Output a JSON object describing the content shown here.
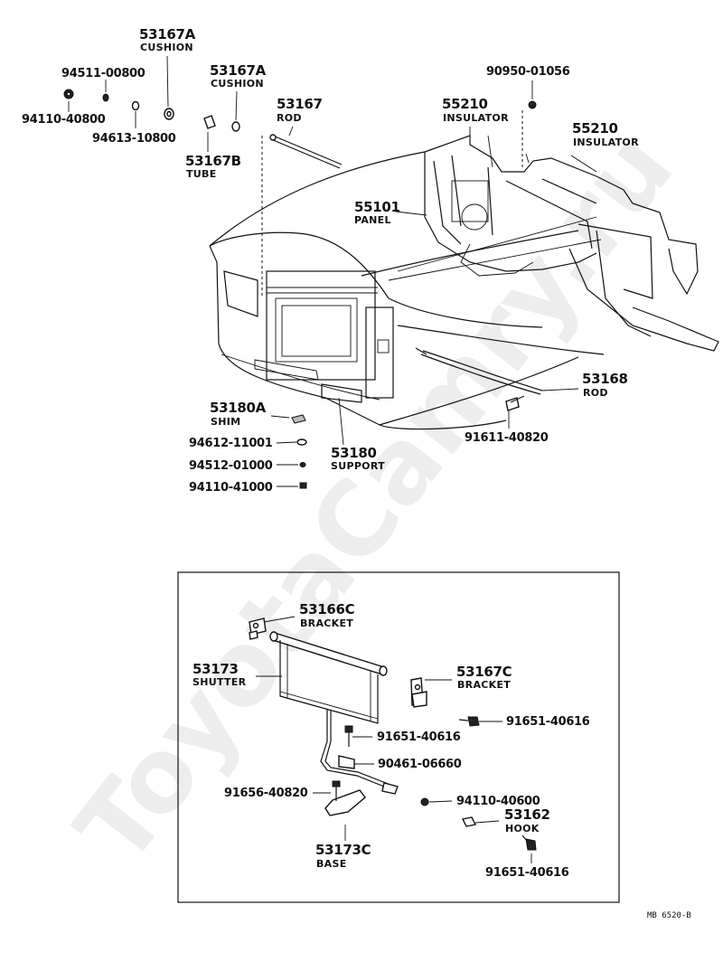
{
  "watermark": "ToyotaCamry.ru",
  "drawing_code": "MB  6520-B",
  "labels": {
    "p53167a_1": {
      "number": "53167A",
      "name": "CUSHION"
    },
    "p94511": {
      "number": "94511-00800"
    },
    "p94110_40800": {
      "number": "94110-40800"
    },
    "p94613": {
      "number": "94613-10800"
    },
    "p53167a_2": {
      "number": "53167A",
      "name": "CUSHION"
    },
    "p53167b": {
      "number": "53167B",
      "name": "TUBE"
    },
    "p53167": {
      "number": "53167",
      "name": "ROD"
    },
    "p90950": {
      "number": "90950-01056"
    },
    "p55210_1": {
      "number": "55210",
      "name": "INSULATOR"
    },
    "p55210_2": {
      "number": "55210",
      "name": "INSULATOR"
    },
    "p55101": {
      "number": "55101",
      "name": "PANEL"
    },
    "p53168": {
      "number": "53168",
      "name": "ROD"
    },
    "p91611": {
      "number": "91611-40820"
    },
    "p53180a": {
      "number": "53180A",
      "name": "SHIM"
    },
    "p94612": {
      "number": "94612-11001"
    },
    "p94512": {
      "number": "94512-01000"
    },
    "p94110_41000": {
      "number": "94110-41000"
    },
    "p53180": {
      "number": "53180",
      "name": "SUPPORT"
    },
    "p53166c": {
      "number": "53166C",
      "name": "BRACKET"
    },
    "p53173": {
      "number": "53173",
      "name": "SHUTTER"
    },
    "p53167c": {
      "number": "53167C",
      "name": "BRACKET"
    },
    "p91651_a": {
      "number": "91651-40616"
    },
    "p91651_b": {
      "number": "91651-40616"
    },
    "p90461": {
      "number": "90461-06660"
    },
    "p91656": {
      "number": "91656-40820"
    },
    "p94110_40600": {
      "number": "94110-40600"
    },
    "p53162": {
      "number": "53162",
      "name": "HOOK"
    },
    "p53173c": {
      "number": "53173C",
      "name": "BASE"
    },
    "p91651_c": {
      "number": "91651-40616"
    }
  }
}
